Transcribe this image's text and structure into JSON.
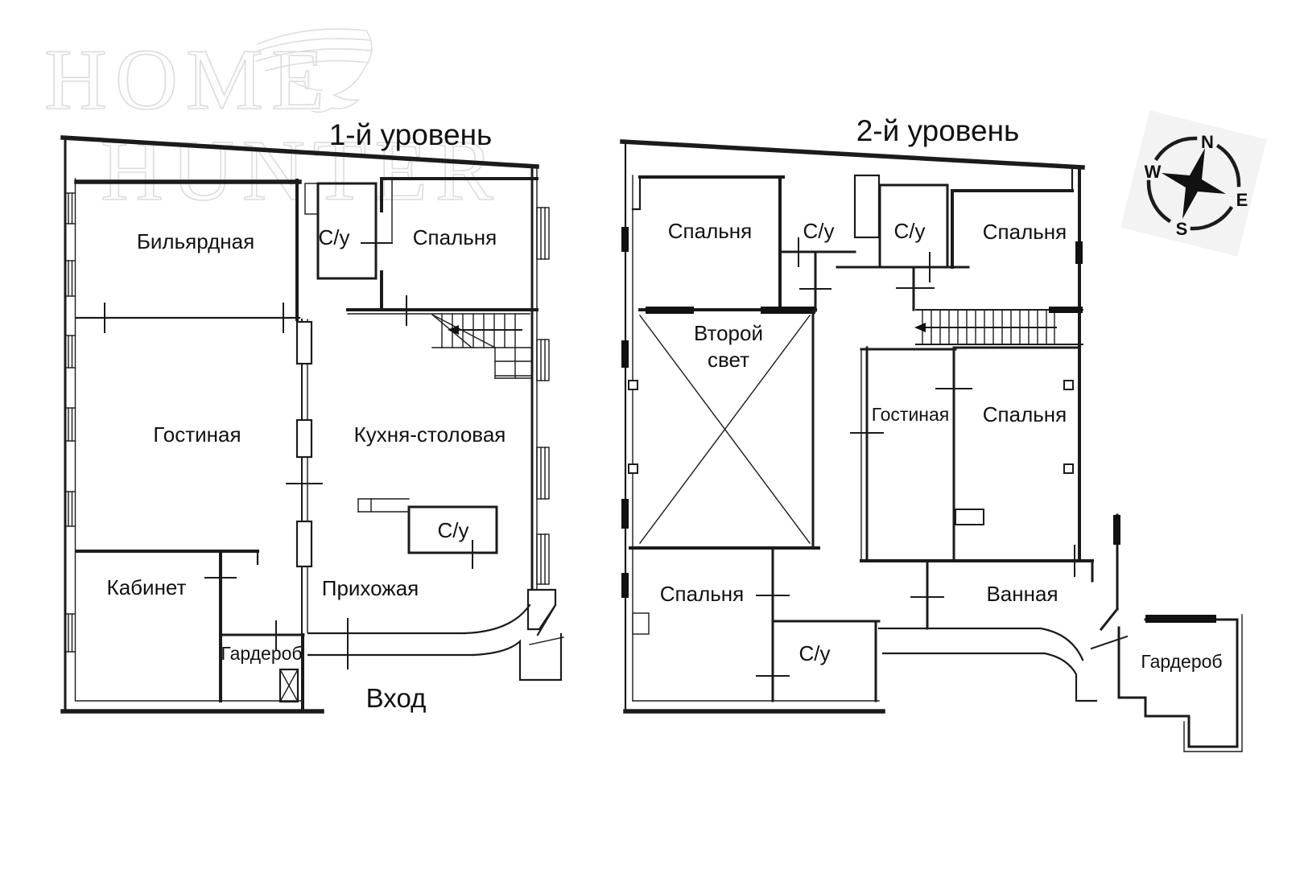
{
  "watermark": {
    "line1": "HOME",
    "line2": "HUNTER"
  },
  "compass": {
    "north": "N",
    "east": "E",
    "south": "S",
    "west": "W"
  },
  "levels": [
    {
      "title": "1-й уровень",
      "entrance_label": "Вход",
      "rooms": [
        {
          "label": "Бильярдная"
        },
        {
          "label": "С/у"
        },
        {
          "label": "Спальня"
        },
        {
          "label": "Гостиная"
        },
        {
          "label": "Кухня-столовая"
        },
        {
          "label": "С/у"
        },
        {
          "label": "Кабинет"
        },
        {
          "label": "Прихожая"
        },
        {
          "label": "Гардероб"
        }
      ]
    },
    {
      "title": "2-й уровень",
      "rooms": [
        {
          "label": "Спальня"
        },
        {
          "label": "С/у"
        },
        {
          "label": "С/у"
        },
        {
          "label": "Спальня"
        },
        {
          "label": "Второй свет",
          "line1": "Второй",
          "line2": "свет"
        },
        {
          "label": "Гостиная"
        },
        {
          "label": "Спальня"
        },
        {
          "label": "Спальня"
        },
        {
          "label": "С/у"
        },
        {
          "label": "Ванная"
        },
        {
          "label": "Гардероб"
        }
      ]
    }
  ]
}
